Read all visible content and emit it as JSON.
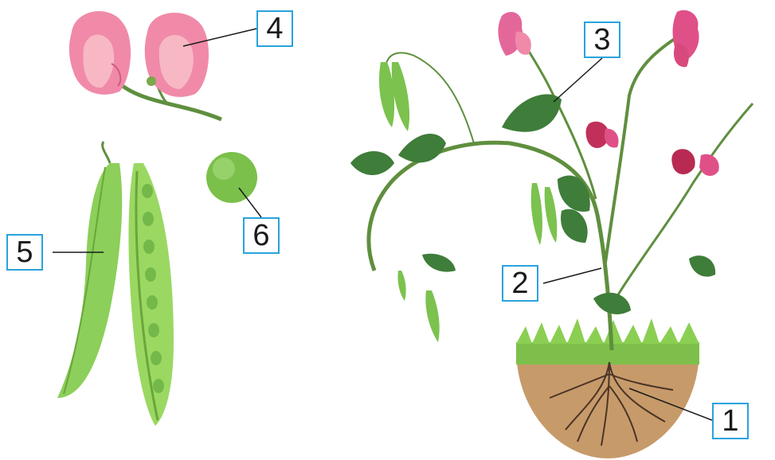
{
  "labels": {
    "root": "1",
    "stem": "2",
    "leaf": "3",
    "flower": "4",
    "pod": "5",
    "seed": "6"
  },
  "colors": {
    "callout_border": "#29a3dd",
    "leader_line": "#1a1a1a",
    "petal": "#f08aa8",
    "petal_light": "#f7b8c4",
    "petal_dark": "#c0305a",
    "stem": "#5f8f3e",
    "leaf": "#3f7d3a",
    "pod": "#8ccf5a",
    "seed": "#7ac04a",
    "grass": "#7dbf4a",
    "soil": "#c79a6a",
    "root": "#4a3526"
  }
}
